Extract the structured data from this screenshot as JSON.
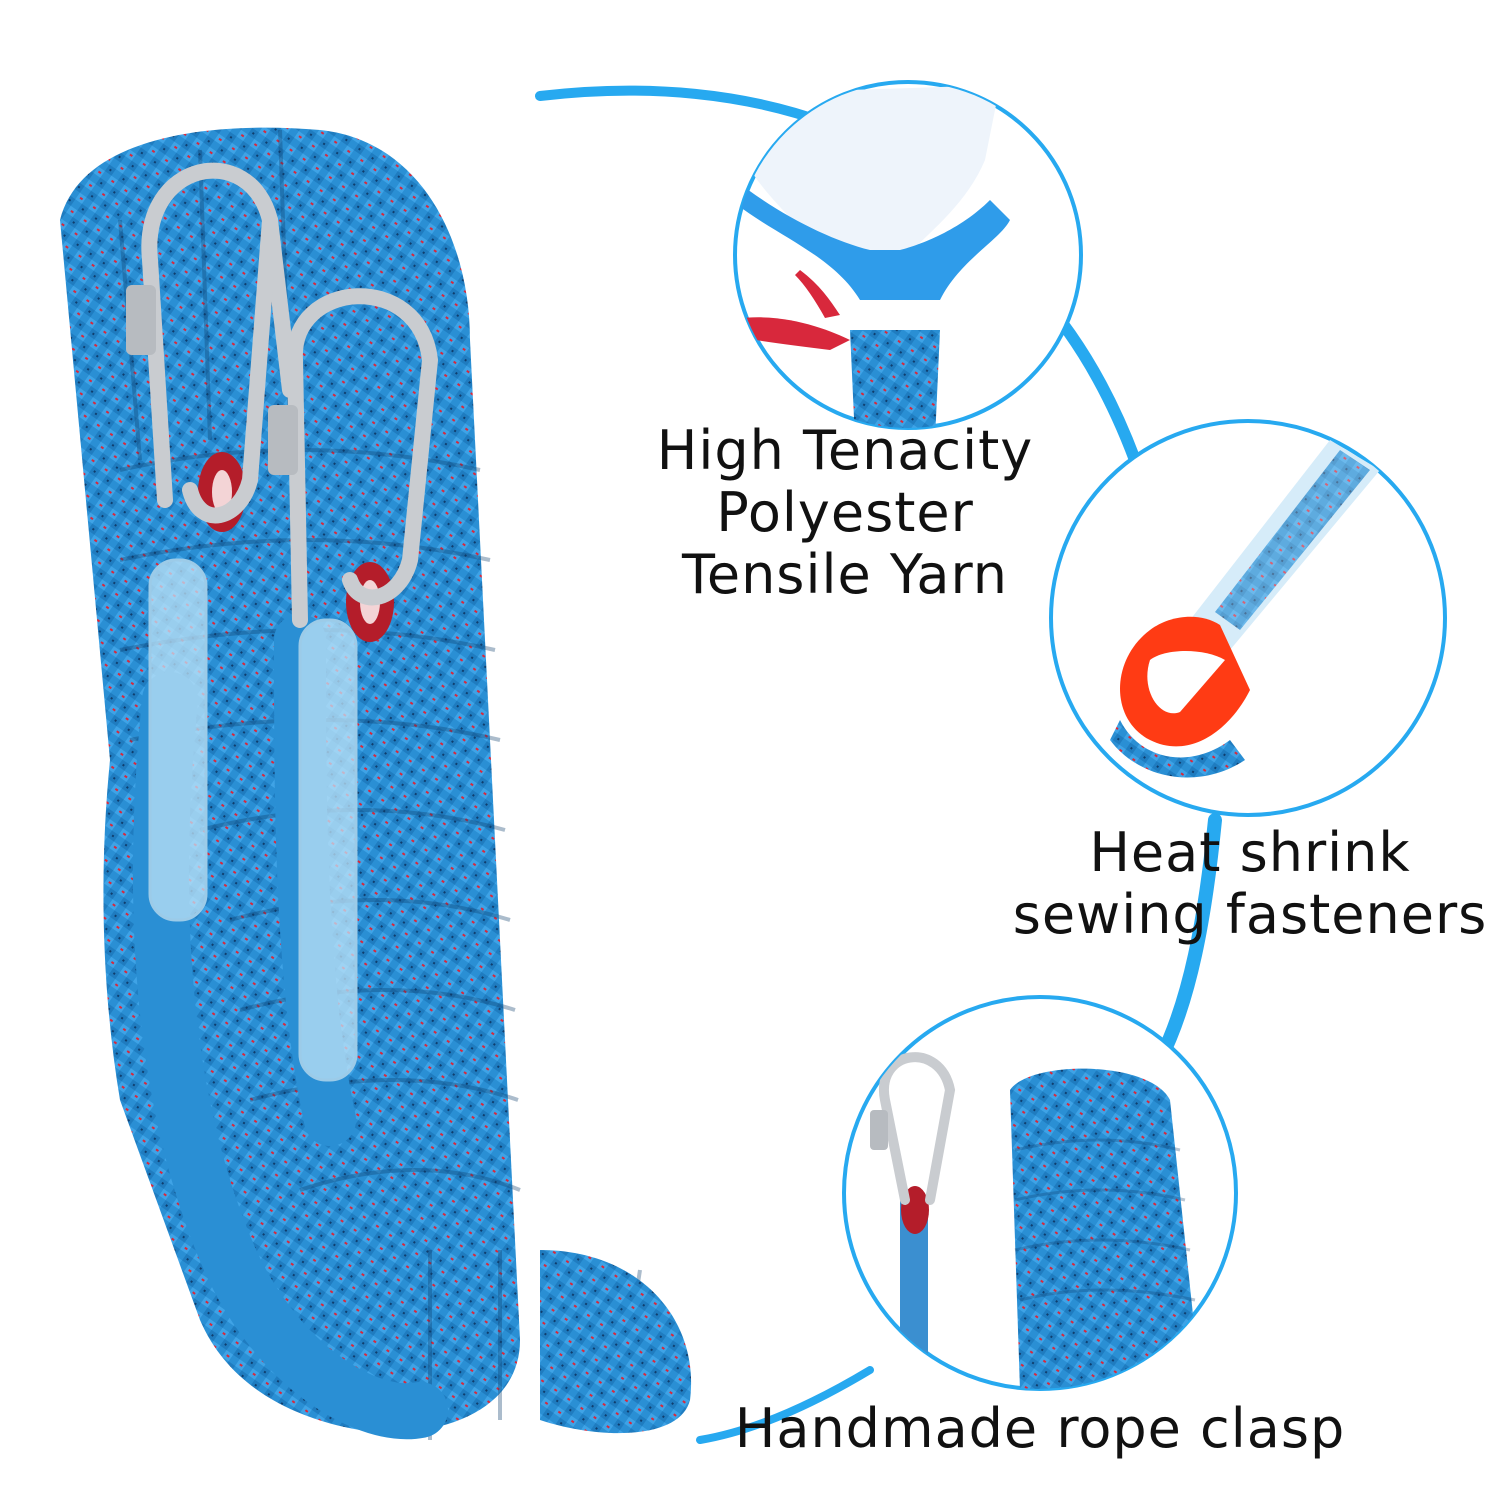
{
  "labels": {
    "yarn": [
      "High Tenacity",
      "Polyester",
      "Tensile Yarn"
    ],
    "heat": [
      "Heat shrink",
      "sewing fasteners"
    ],
    "clasp": [
      "Handmade rope clasp"
    ]
  },
  "colors": {
    "rope_blue": "#2a8fd4",
    "rope_dark": "#1a5f9e",
    "fleck_red": "#d8283c",
    "accent_cyan": "#27a9f0",
    "thimble_orange": "#ff3b14",
    "metal": "#c9ccd0"
  },
  "icons": [
    "rope-coil",
    "carabiner-icon",
    "frayed-yarn",
    "thimble-eye",
    "rope-clasp"
  ]
}
